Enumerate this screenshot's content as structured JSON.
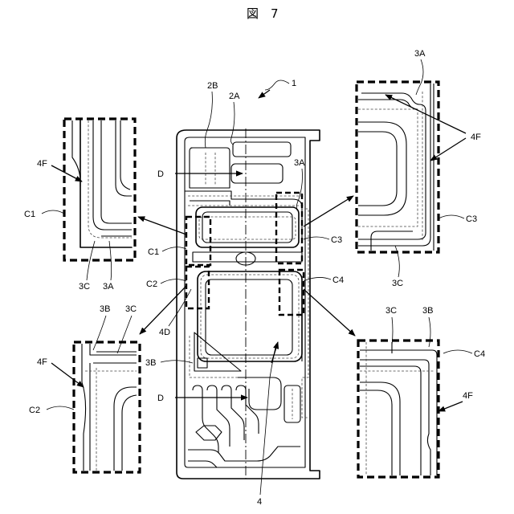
{
  "figure": {
    "title": "図　7",
    "ref_device": "1",
    "main": {
      "label_2B": "2B",
      "label_2A": "2A",
      "label_D_top": "D",
      "label_3A": "3A",
      "label_C1": "C1",
      "label_C2": "C2",
      "label_C3": "C3",
      "label_C4": "C4",
      "label_4D": "4D",
      "label_3B": "3B",
      "label_D_bottom": "D",
      "label_4": "4"
    },
    "detail_c1": {
      "name": "C1",
      "label_4F": "4F",
      "label_3C": "3C",
      "label_3A": "3A"
    },
    "detail_c2": {
      "name": "C2",
      "label_4F": "4F",
      "label_3B": "3B",
      "label_3C": "3C"
    },
    "detail_c3": {
      "name": "C3",
      "label_4F": "4F",
      "label_3A": "3A",
      "label_3C": "3C"
    },
    "detail_c4": {
      "name": "C4",
      "label_4F": "4F",
      "label_3C": "3C",
      "label_3B": "3B"
    }
  }
}
